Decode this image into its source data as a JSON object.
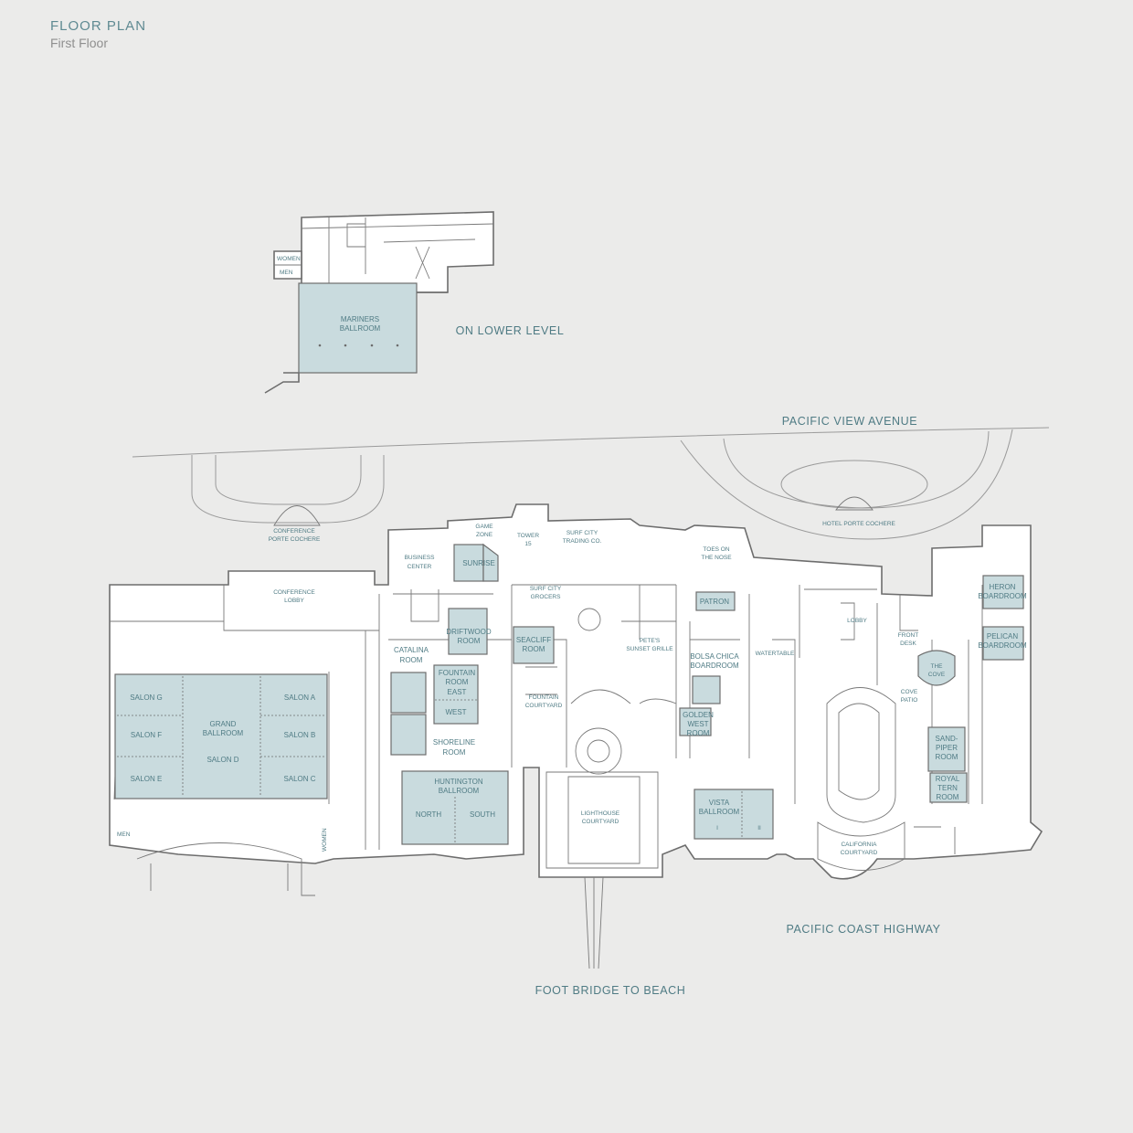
{
  "header": {
    "title": "FLOOR PLAN",
    "subtitle": "First Floor"
  },
  "streets": {
    "pacific_view": "PACIFIC VIEW AVENUE",
    "pacific_coast": "PACIFIC COAST HIGHWAY",
    "foot_bridge": "FOOT BRIDGE TO BEACH",
    "lower_level": "ON LOWER LEVEL"
  },
  "lower_level": {
    "mariners_1": "MARINERS",
    "mariners_2": "BALLROOM",
    "women": "WOMEN",
    "men": "MEN"
  },
  "rooms": {
    "salon_g": "SALON G",
    "salon_f": "SALON F",
    "salon_e": "SALON E",
    "grand_1": "GRAND",
    "grand_2": "BALLROOM",
    "salon_d": "SALON D",
    "salon_a": "SALON A",
    "salon_b": "SALON B",
    "salon_c": "SALON C",
    "men": "MEN",
    "women": "WOMEN",
    "conf_lobby_1": "CONFERENCE",
    "conf_lobby_2": "LOBBY",
    "conf_porte_1": "CONFERENCE",
    "conf_porte_2": "PORTE COCHERE",
    "business_1": "BUSINESS",
    "business_2": "CENTER",
    "game_1": "GAME",
    "game_2": "ZONE",
    "sunrise": "SUNRISE",
    "tower_1": "TOWER",
    "tower_2": "15",
    "surf_trading_1": "SURF CITY",
    "surf_trading_2": "TRADING CO.",
    "surf_grocers_1": "SURF CITY",
    "surf_grocers_2": "GROCERS",
    "toes_1": "TOES ON",
    "toes_2": "THE NOSE",
    "patron": "PATRON",
    "driftwood_1": "DRIFTWOOD",
    "driftwood_2": "ROOM",
    "seacliff_1": "SEACLIFF",
    "seacliff_2": "ROOM",
    "catalina_1": "CATALINA",
    "catalina_2": "ROOM",
    "fountain_1": "FOUNTAIN",
    "fountain_2": "ROOM",
    "fountain_3": "EAST",
    "fountain_west": "WEST",
    "fountain_court_1": "FOUNTAIN",
    "fountain_court_2": "COURTYARD",
    "shoreline_1": "SHORELINE",
    "shoreline_2": "ROOM",
    "huntington_1": "HUNTINGTON",
    "huntington_2": "BALLROOM",
    "north": "NORTH",
    "south": "SOUTH",
    "petes_1": "PETE'S",
    "petes_2": "SUNSET GRILLE",
    "bolsa_1": "BOLSA CHICA",
    "bolsa_2": "BOARDROOM",
    "golden_1": "GOLDEN",
    "golden_2": "WEST",
    "golden_3": "ROOM",
    "waterstable": "WATERTABLE",
    "lighthouse_1": "LIGHTHOUSE",
    "lighthouse_2": "COURTYARD",
    "vista_1": "VISTA",
    "vista_2": "BALLROOM",
    "vista_i": "I",
    "vista_ii": "II",
    "lobby": "LOBBY",
    "front_desk_1": "FRONT",
    "front_desk_2": "DESK",
    "the_cove_1": "THE",
    "the_cove_2": "COVE",
    "cove_patio_1": "COVE",
    "cove_patio_2": "PATIO",
    "heron_1": "HERON",
    "heron_2": "BOARDROOM",
    "pelican_1": "PELICAN",
    "pelican_2": "BOARDROOM",
    "sandpiper_1": "SAND-",
    "sandpiper_2": "PIPER",
    "sandpiper_3": "ROOM",
    "royal_1": "ROYAL",
    "royal_2": "TERN",
    "royal_3": "ROOM",
    "california_1": "CALIFORNIA",
    "california_2": "COURTYARD",
    "hotel_porte": "HOTEL PORTE COCHERE"
  },
  "colors": {
    "background": "#ebebea",
    "room_fill": "#c9dbde",
    "label": "#4f7b84"
  }
}
